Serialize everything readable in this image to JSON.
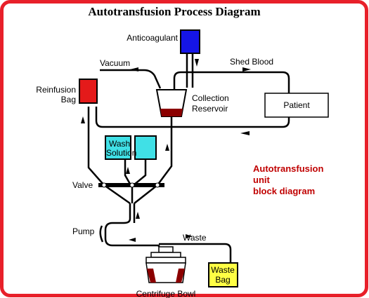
{
  "title": "Autotransfusion Process Diagram",
  "labels": {
    "anticoagulant": "Anticoagulant",
    "vacuum": "Vacuum",
    "shed_blood": "Shed Blood",
    "reinfusion_line1": "Reinfusion",
    "reinfusion_line2": "Bag",
    "collection_line1": "Collection",
    "collection_line2": "Reservoir",
    "patient": "Patient",
    "wash_line1": "Wash",
    "wash_line2": "Solution",
    "valve": "Valve",
    "pump": "Pump",
    "waste": "Waste",
    "waste_bag_line1": "Waste",
    "waste_bag_line2": "Bag",
    "centrifuge": "Centrifuge Bowl"
  },
  "caption": {
    "line1": "Autotransfusion",
    "line2": "unit",
    "line3": "block diagram"
  },
  "colors": {
    "frame": "#e8202a",
    "anticoagulant": "#1515e6",
    "reinfusion": "#e41a1a",
    "wash": "#40e0e6",
    "waste_bag": "#ffff44",
    "blood": "#8b0000",
    "caption": "#c00000"
  }
}
